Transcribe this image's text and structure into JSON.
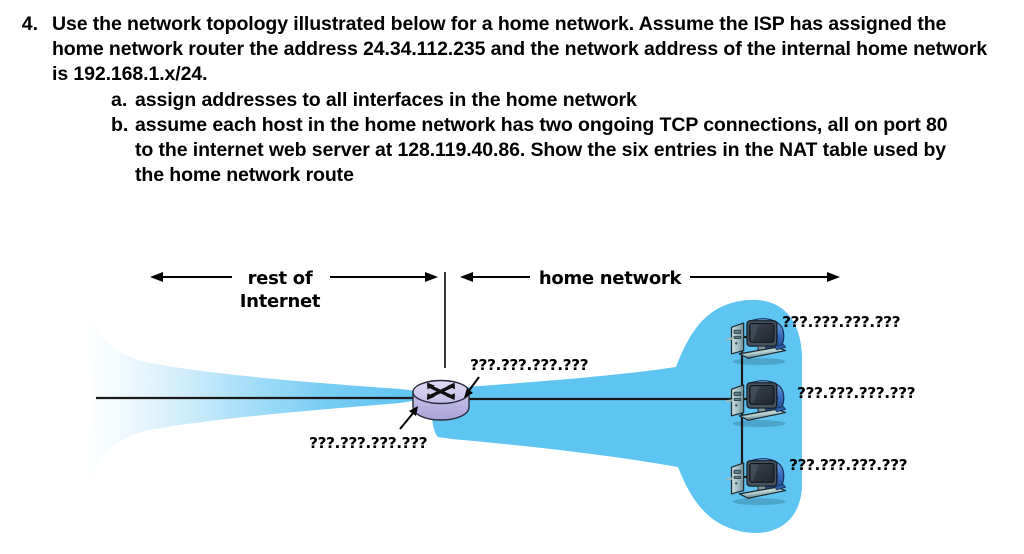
{
  "question": {
    "number": "4.",
    "stem": "Use the network topology illustrated below for a home network.  Assume the ISP has assigned the home network router the address 24.34.112.235 and the network address of the internal home network is 192.168.1.x/24.",
    "subitems": [
      {
        "marker": "a.",
        "text": "assign addresses to all interfaces in the home network"
      },
      {
        "marker": "b.",
        "text": "assume each host in the home network has two ongoing TCP connections, all on port 80 to the internet web server at 128.119.40.86.  Show the six entries in the NAT table used by the home network route"
      }
    ]
  },
  "diagram": {
    "region_labels": {
      "left_line1": "rest of",
      "left_line2": "Internet",
      "right": "home network"
    },
    "address_labels": {
      "router_wan": "???.???.???.???",
      "router_lan": "???.???.???.???",
      "host1": "???.???.???.???",
      "host2": "???.???.???.???",
      "host3": "???.???.???.???"
    },
    "colors": {
      "cloud_cyan": "#5EC5F2",
      "router_body": "#C6C2E8",
      "router_top": "#D6D2F0",
      "line_black": "#1A1A1A",
      "monitor_dark": "#2B3340",
      "monitor_bezel": "#2E5FA8",
      "case_light": "#A8C4C6",
      "case_mid": "#7FA0A8"
    },
    "icons": {
      "router": "router-icon",
      "host": "desktop-computer-icon"
    }
  }
}
